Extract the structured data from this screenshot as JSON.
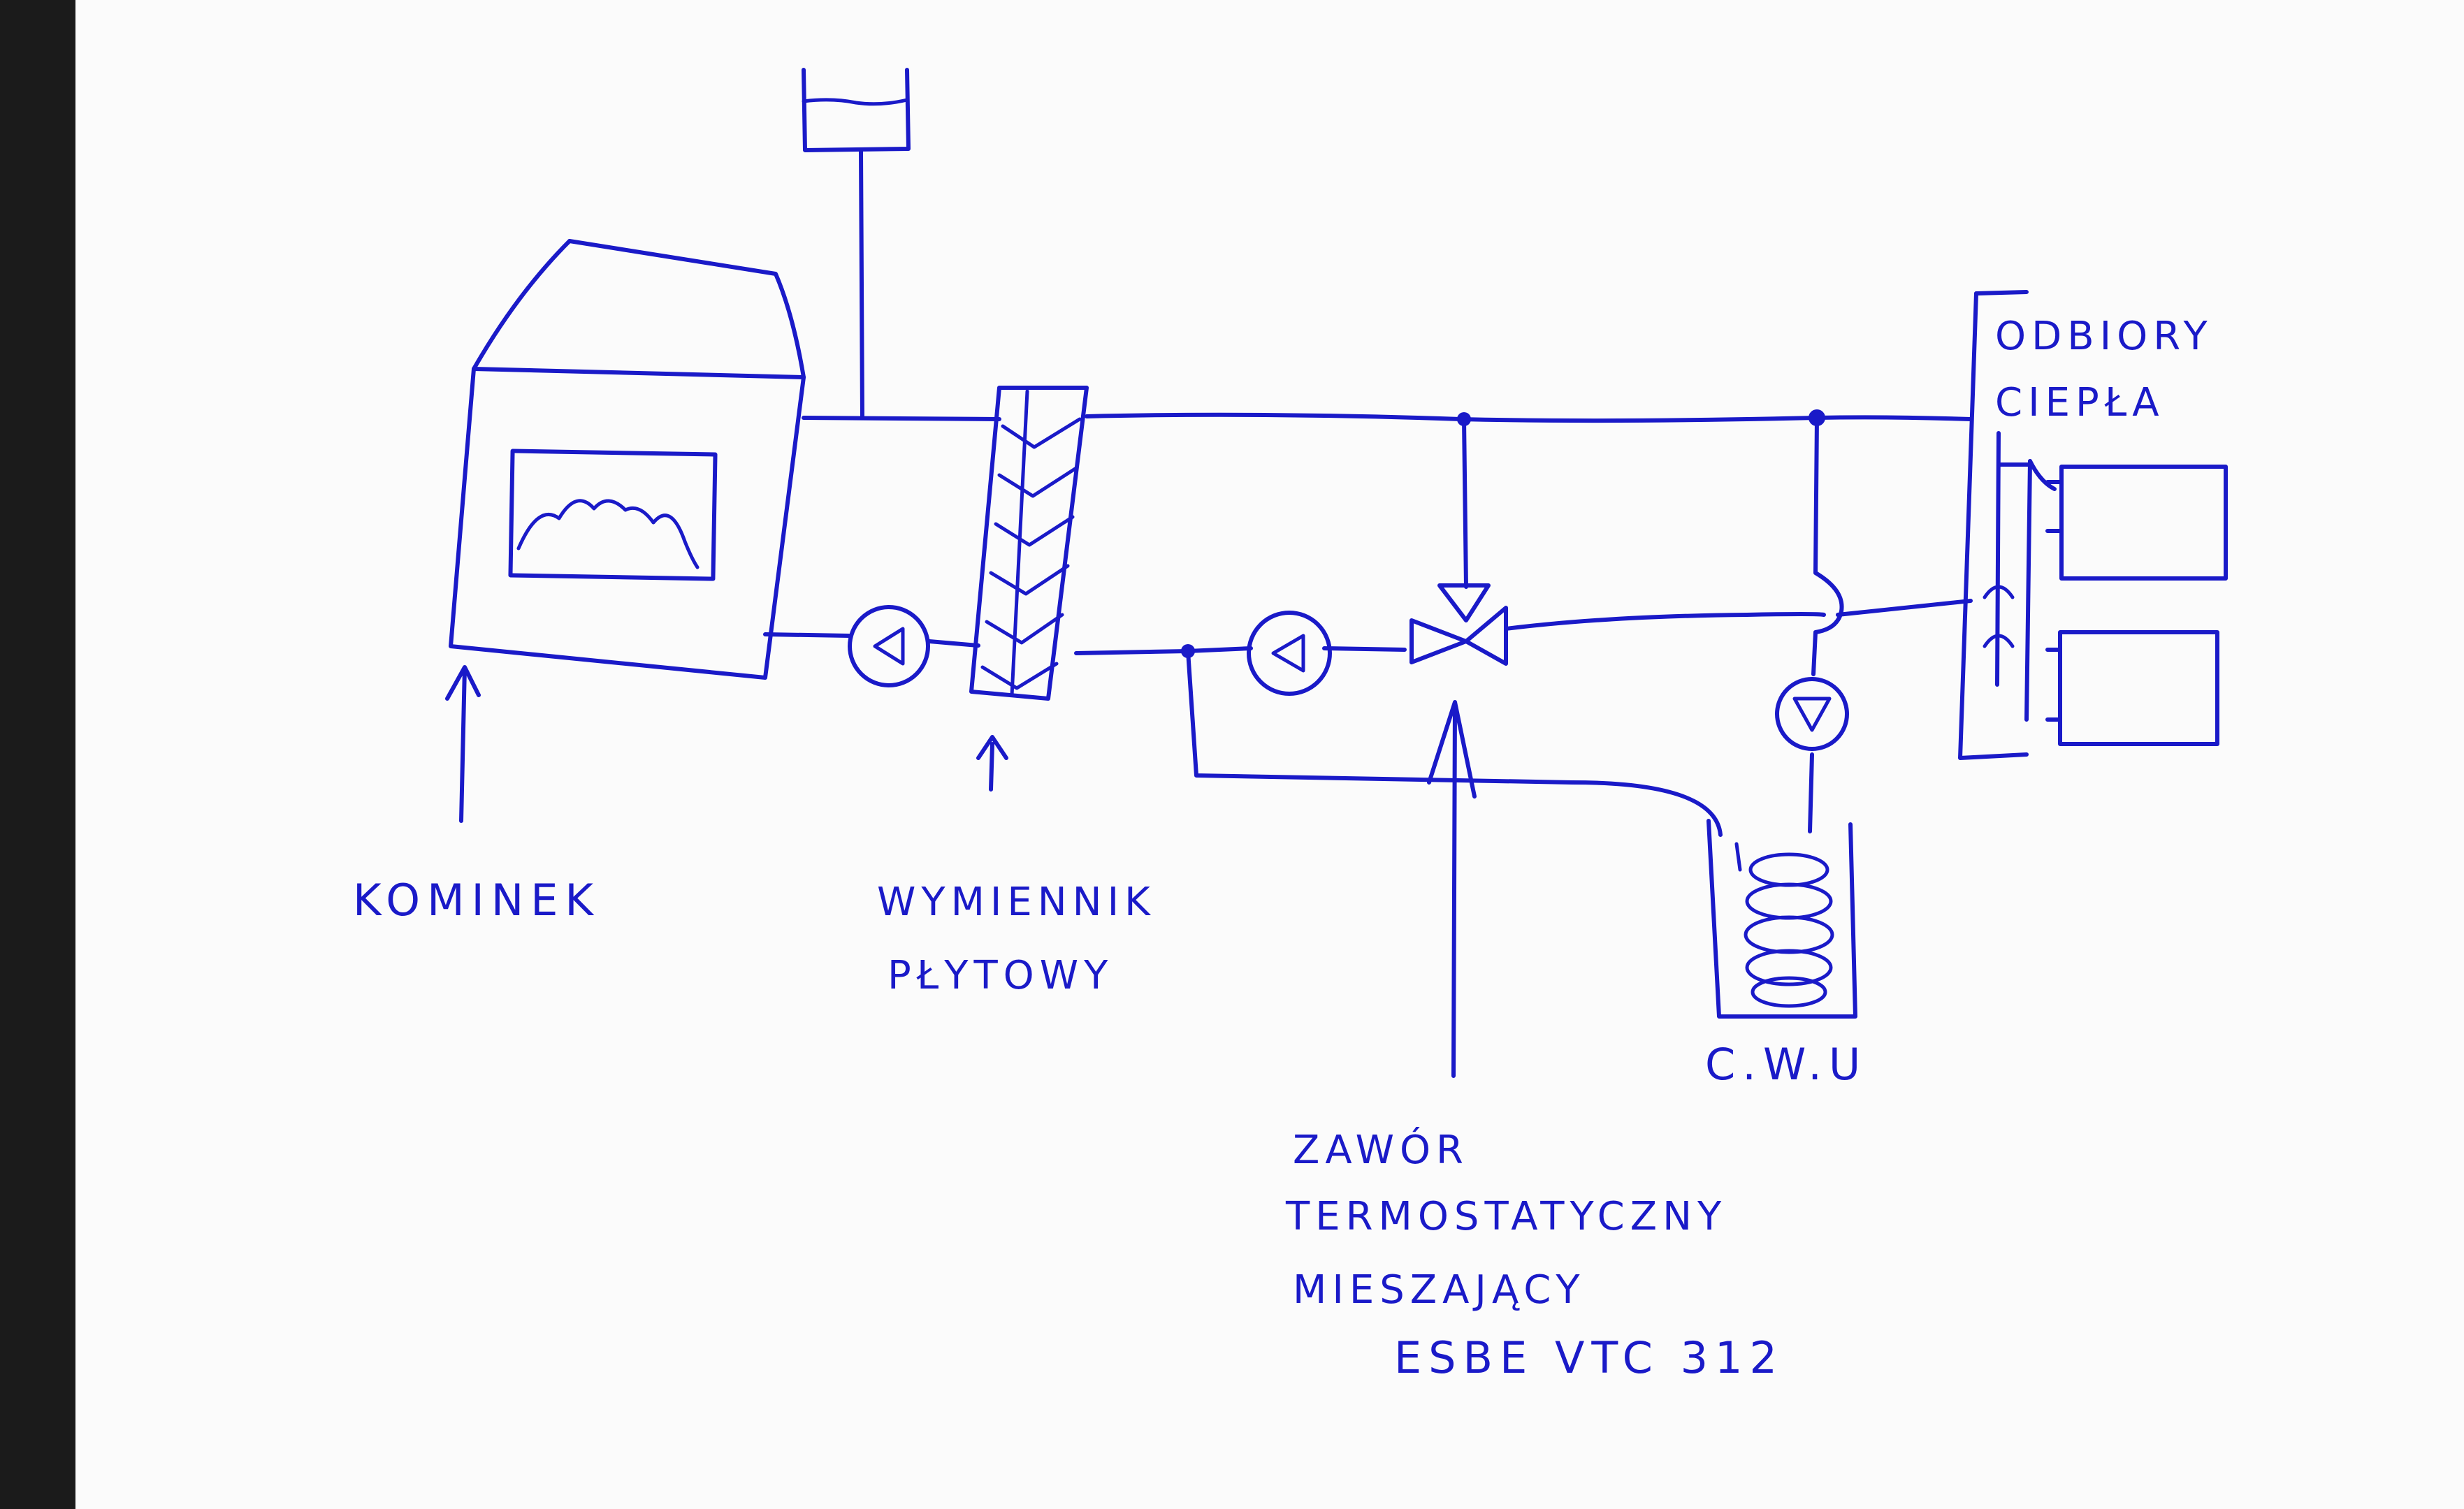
{
  "labels": {
    "fireplace": "KOMINEK",
    "exchanger_line1": "WYMIENNIK",
    "exchanger_line2": "PŁYTOWY",
    "valve_line1": "ZAWÓR",
    "valve_line2": "TERMOSTATYCZNY",
    "valve_line3": "MIESZAJĄCY",
    "valve_model": "ESBE VTC 312",
    "hot_water": "C.W.U",
    "receivers_line1": "ODBIORY",
    "receivers_line2": "CIEPŁA"
  },
  "colors": {
    "ink": "#1a1ac8",
    "paper": "#fbfbfb",
    "left_border": "#1b1b1b"
  }
}
